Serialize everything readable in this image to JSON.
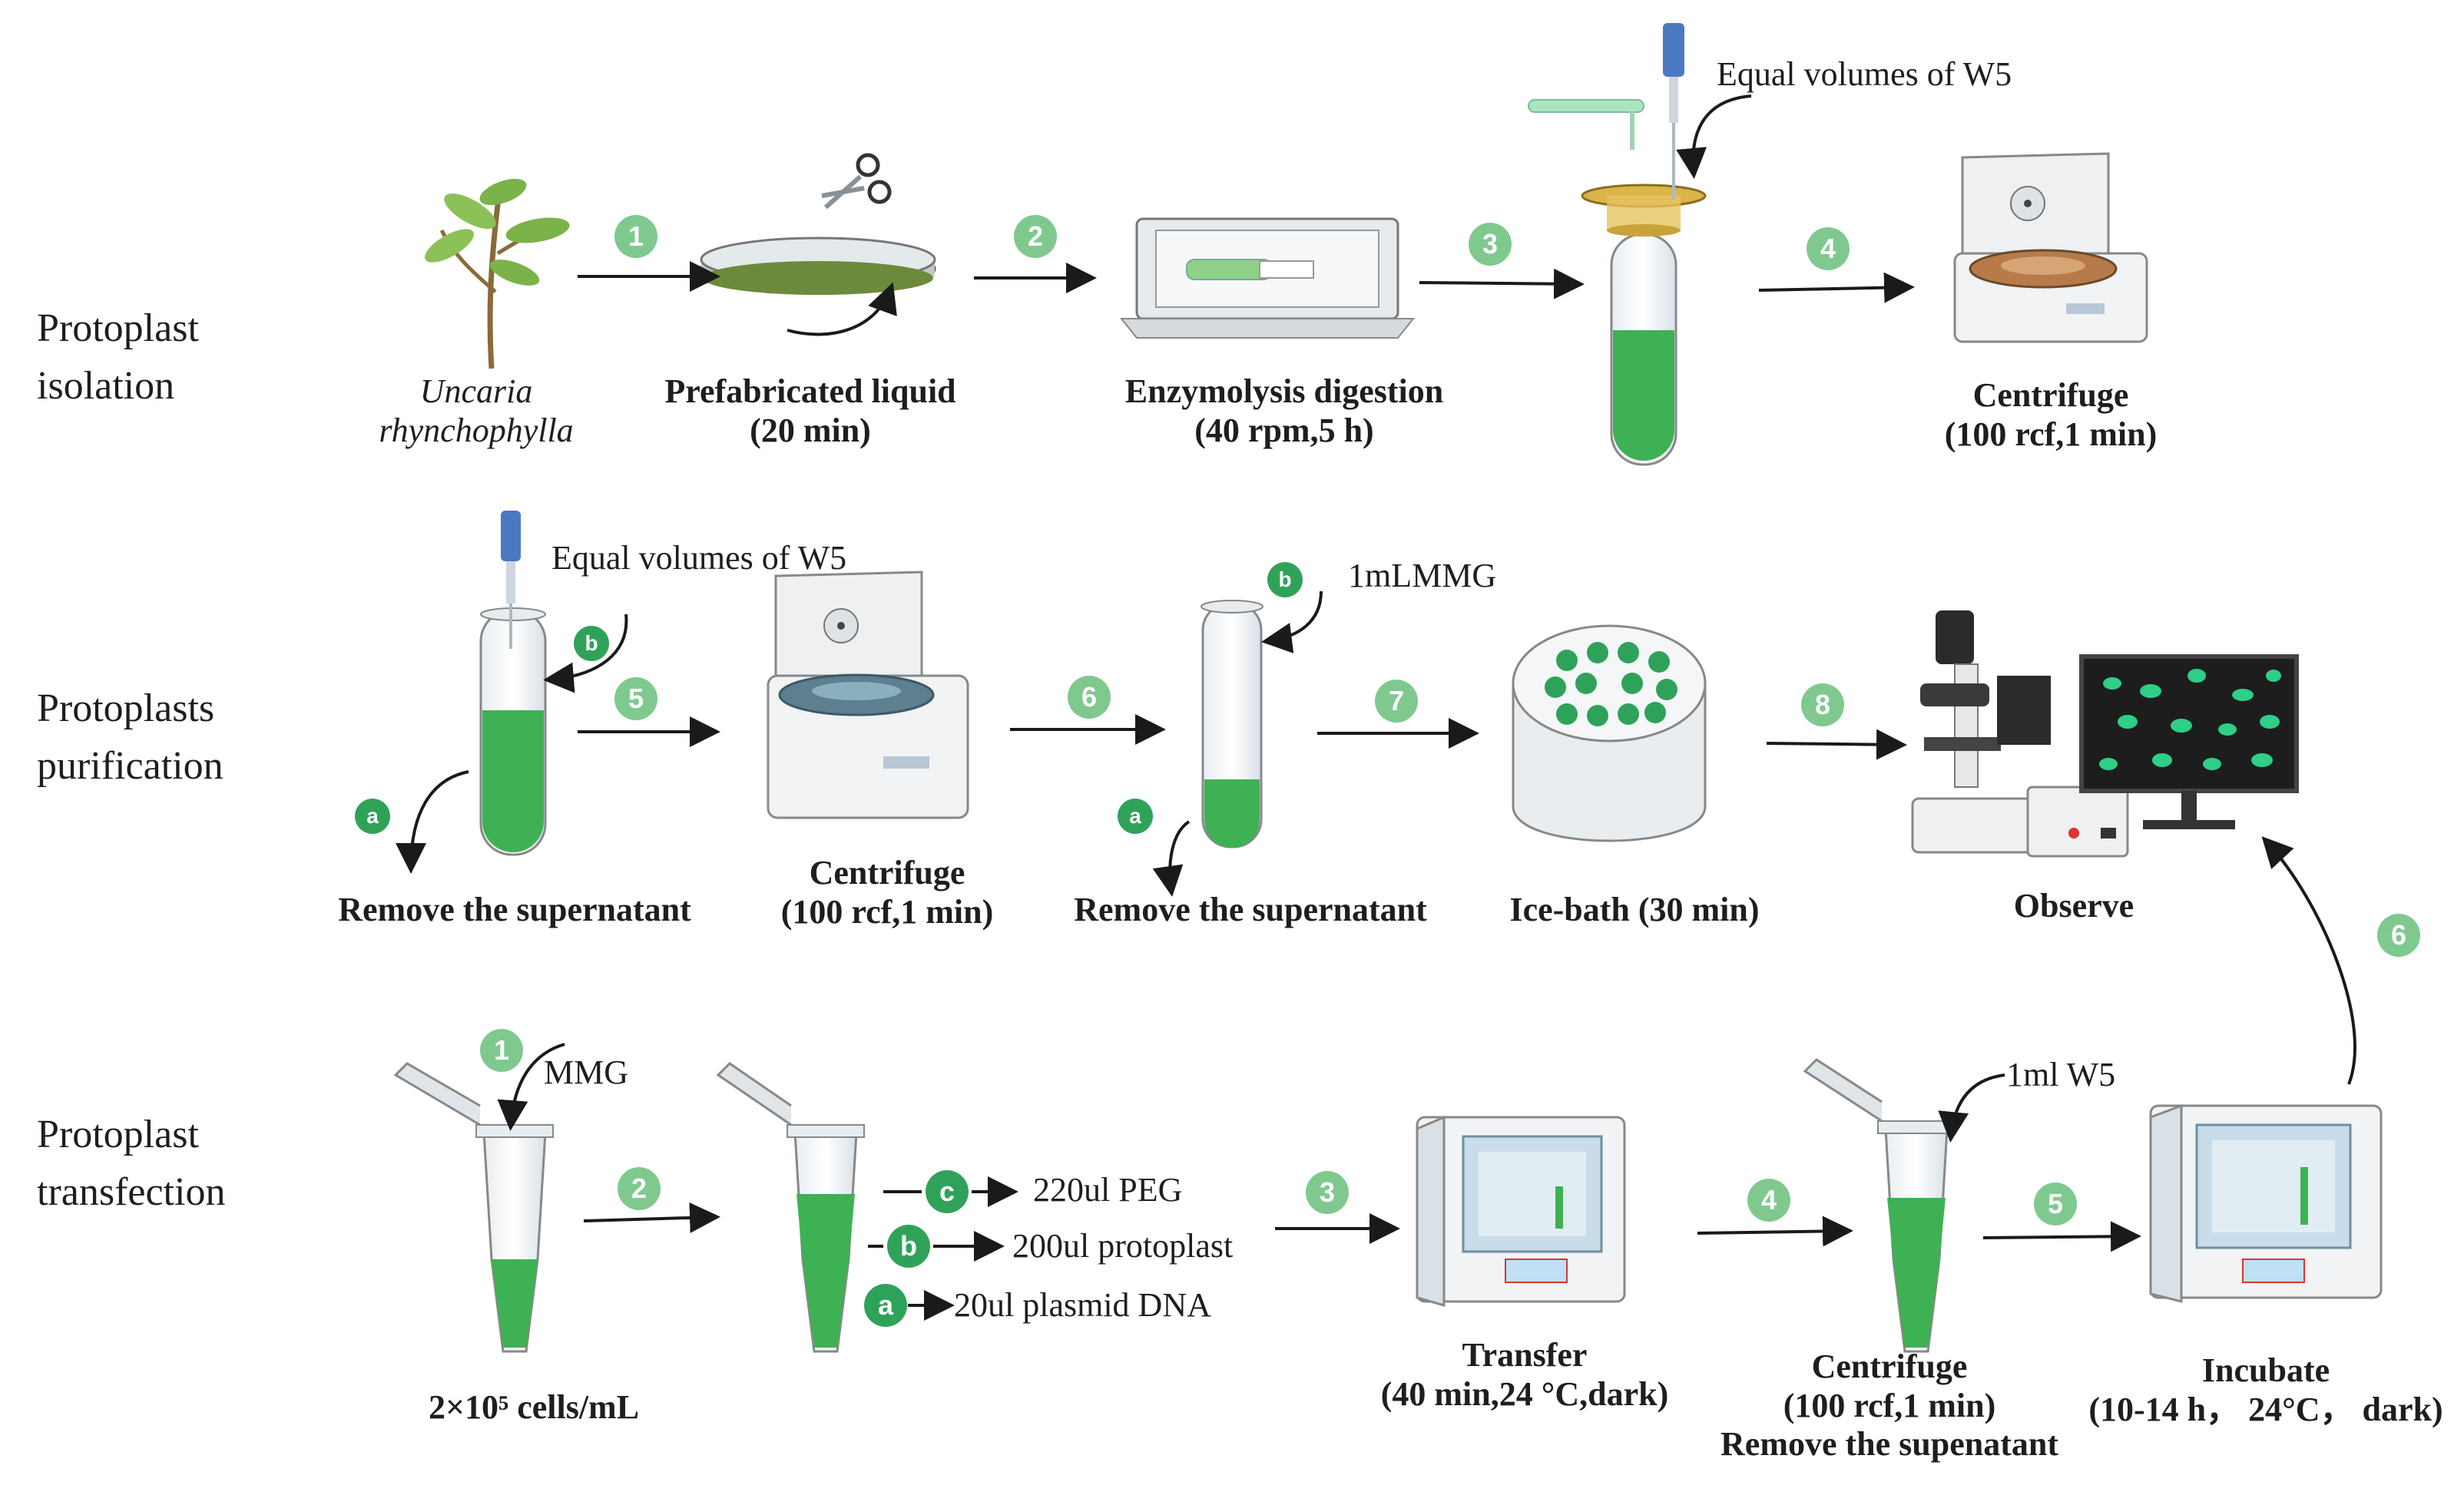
{
  "colors": {
    "green": "#3fb155",
    "light_green": "#7fc98e",
    "dark_green": "#2fa25a",
    "arrow": "#1a1a1a"
  },
  "rows": {
    "isolation": {
      "label_l1": "Protoplast",
      "label_l2": "isolation",
      "steps": [
        "1",
        "2",
        "3",
        "4"
      ],
      "captions": {
        "plant_l1": "Uncaria",
        "plant_l2": "rhynchophylla",
        "liquid_l1": "Prefabricated liquid",
        "liquid_l2": "(20 min)",
        "digest_l1": "Enzymolysis digestion",
        "digest_l2": "(40 rpm,5 h)",
        "centri_l1": "Centrifuge",
        "centri_l2": "(100 rcf,1 min)"
      },
      "note_w5": "Equal volumes of  W5"
    },
    "purification": {
      "label_l1": "Protoplasts",
      "label_l2": "purification",
      "steps": [
        "5",
        "6",
        "7",
        "8"
      ],
      "sub_a": "a",
      "sub_b": "b",
      "captions": {
        "remove1": "Remove the supernatant",
        "centri_l1": "Centrifuge",
        "centri_l2": "(100 rcf,1 min)",
        "remove2": "Remove the supernatant",
        "ice": "Ice-bath (30 min)",
        "observe": "Observe"
      },
      "note_w5": "Equal volumes of W5",
      "note_mmg": "1mLMMG"
    },
    "transfection": {
      "label_l1": "Protoplast",
      "label_l2": "transfection",
      "steps": [
        "1",
        "2",
        "3",
        "4",
        "5",
        "6"
      ],
      "sub_a": "a",
      "sub_b": "b",
      "sub_c": "c",
      "note_mmg": "MMG",
      "peg": "220ul PEG",
      "protoplast": "200ul protoplast",
      "plasmid": "20ul plasmid DNA",
      "cells": "2×10⁵ cells/mL",
      "captions": {
        "transfer_l1": "Transfer",
        "transfer_l2": "(40 min,24 °C,dark)",
        "centri_l1": "Centrifuge",
        "centri_l2": "(100 rcf,1 min)",
        "centri_l3": "Remove the supenatant",
        "incub_l1": "Incubate",
        "incub_l2": "(10-14 h， 24°C， dark)"
      },
      "note_w5": "1ml W5"
    }
  }
}
